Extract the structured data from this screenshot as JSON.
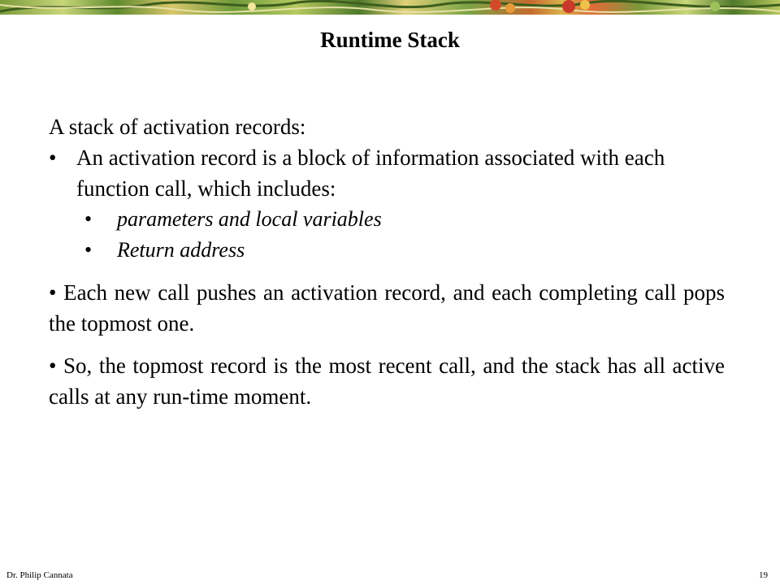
{
  "slide": {
    "title": "Runtime Stack",
    "intro": "A stack of activation records:",
    "bullet_symbol": "•",
    "bullet1": "An activation record is a block of information associated with each function call, which includes:",
    "sub_bullets": [
      "parameters and local variables",
      "Return address"
    ],
    "para1": "• Each new call pushes an activation record, and each completing call pops the topmost one.",
    "para2": "• So, the topmost record is the most recent call, and  the stack has all active calls at any run-time moment."
  },
  "footer": {
    "author": "Dr. Philip Cannata",
    "page_number": "19"
  }
}
